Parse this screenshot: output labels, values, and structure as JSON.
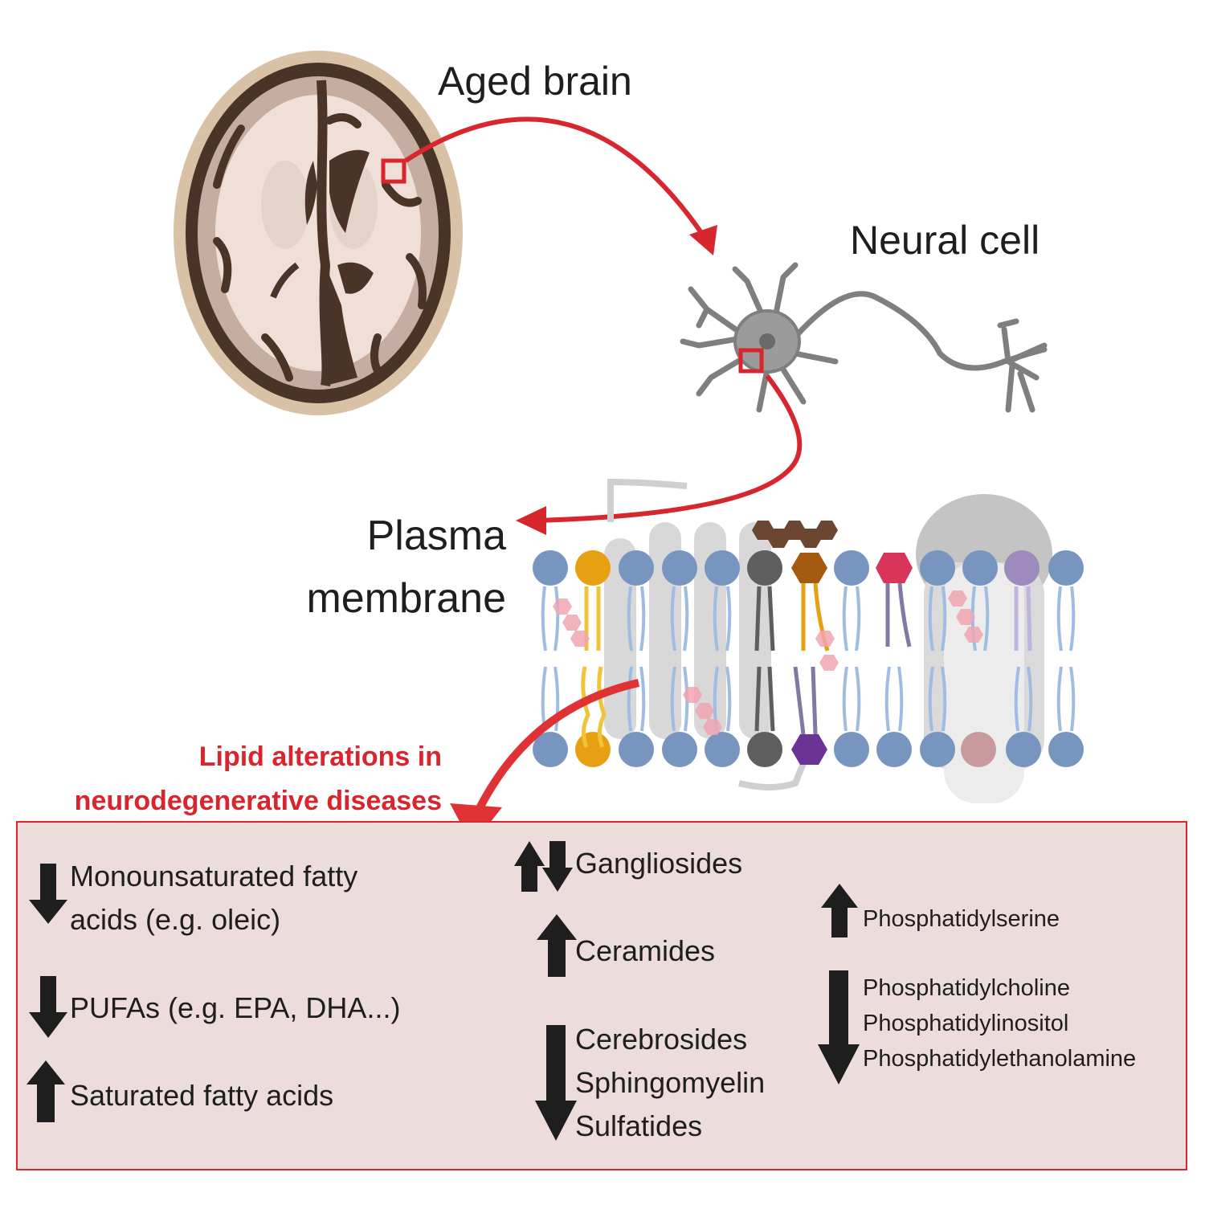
{
  "labels": {
    "aged_brain": "Aged brain",
    "neural_cell": "Neural cell",
    "plasma_line1": "Plasma",
    "plasma_line2": "membrane",
    "title_line1": "Lipid alterations in",
    "title_line2": "neurodegenerative diseases"
  },
  "findings": {
    "mufa": {
      "direction": "down",
      "lines": [
        "Monounsaturated fatty",
        "acids (e.g. oleic)"
      ]
    },
    "pufa": {
      "direction": "down",
      "lines": [
        "PUFAs (e.g. EPA, DHA...)"
      ]
    },
    "sfa": {
      "direction": "up",
      "lines": [
        "Saturated fatty acids"
      ]
    },
    "gangliosides": {
      "direction": "up-down",
      "lines": [
        "Gangliosides"
      ]
    },
    "ceramides": {
      "direction": "up",
      "lines": [
        "Ceramides"
      ]
    },
    "sphingo": {
      "direction": "down",
      "lines": [
        "Cerebrosides",
        "Sphingomyelin",
        "Sulfatides"
      ]
    },
    "ps": {
      "direction": "up",
      "lines": [
        "Phosphatidylserine"
      ]
    },
    "phospholipids": {
      "direction": "down",
      "lines": [
        "Phosphatidylcholine",
        "Phosphatidylinositol",
        "Phosphatidylethanolamine"
      ]
    }
  },
  "colors": {
    "accent_red": "#d7262d",
    "panel_fill": "#ecdcdb",
    "lipid_head": "#7795be",
    "arrow_black": "#1e1e1e"
  }
}
